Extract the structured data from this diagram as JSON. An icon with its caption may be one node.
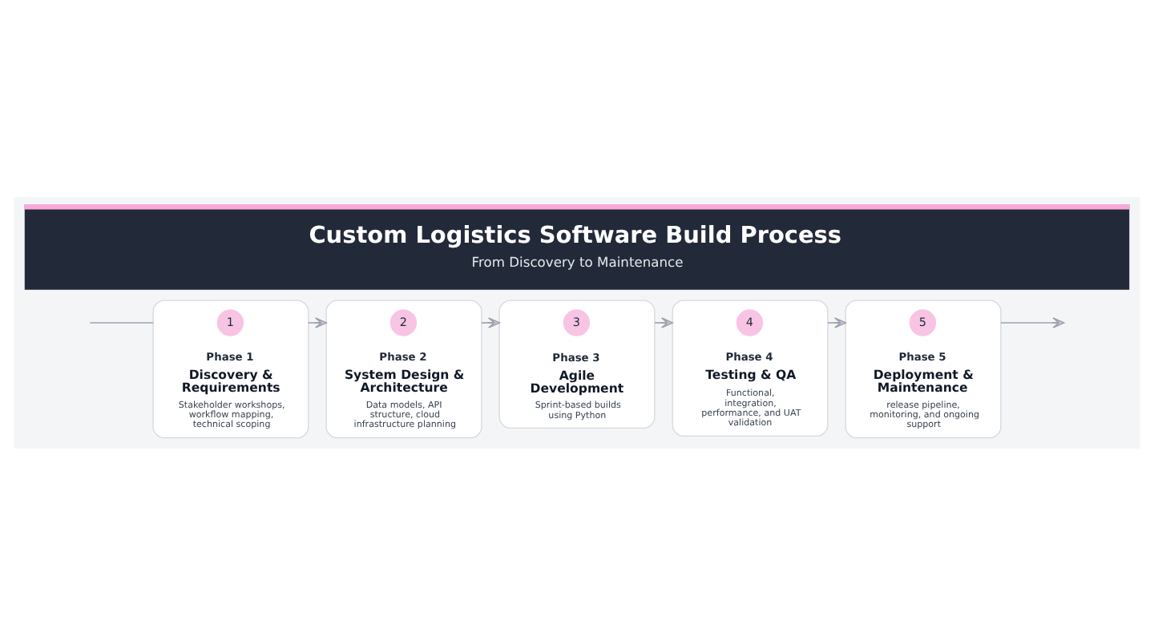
{
  "diagram": {
    "title": "Custom Logistics Software Build Process",
    "caption": "From Discovery to Maintenance",
    "nodes": [
      {
        "text": [
          "Phase 1",
          "Discovery & Requirements",
          "Stakeholder workshops, workflow mapping, technical scoping"
        ]
      },
      {
        "text": [
          "1"
        ],
        "in": 0
      },
      {
        "text": [
          "Phase 2",
          "System Design & Architecture",
          "Data models, API structure, cloud infrastructure planning"
        ]
      },
      {
        "text": [
          "2"
        ],
        "in": 2
      },
      {
        "text": [
          "Phase 3",
          "Agile Development",
          "Sprint-based builds using Python"
        ]
      },
      {
        "text": [
          "3"
        ],
        "in": 4
      },
      {
        "text": [
          "Phase 4",
          "Testing & QA",
          "Functional, integration, performance, and UAT validation"
        ]
      },
      {
        "text": [
          "4"
        ],
        "in": 6
      },
      {
        "text": [
          "Phase 5",
          "Deployment & Maintenance",
          "release pipeline, monitoring, and ongoing support"
        ]
      },
      {
        "text": [
          "5"
        ],
        "in": 8
      }
    ],
    "edges": [
      {
        "from": null,
        "to": 0,
        "arrow": "none"
      },
      {
        "from": 0,
        "to": 2,
        "arrow": "to"
      },
      {
        "from": 2,
        "to": 4,
        "arrow": "to"
      },
      {
        "from": 4,
        "to": 6,
        "arrow": "to"
      },
      {
        "from": 6,
        "to": 8,
        "arrow": "to"
      },
      {
        "from": 8,
        "to": null,
        "arrow": "to"
      }
    ]
  }
}
